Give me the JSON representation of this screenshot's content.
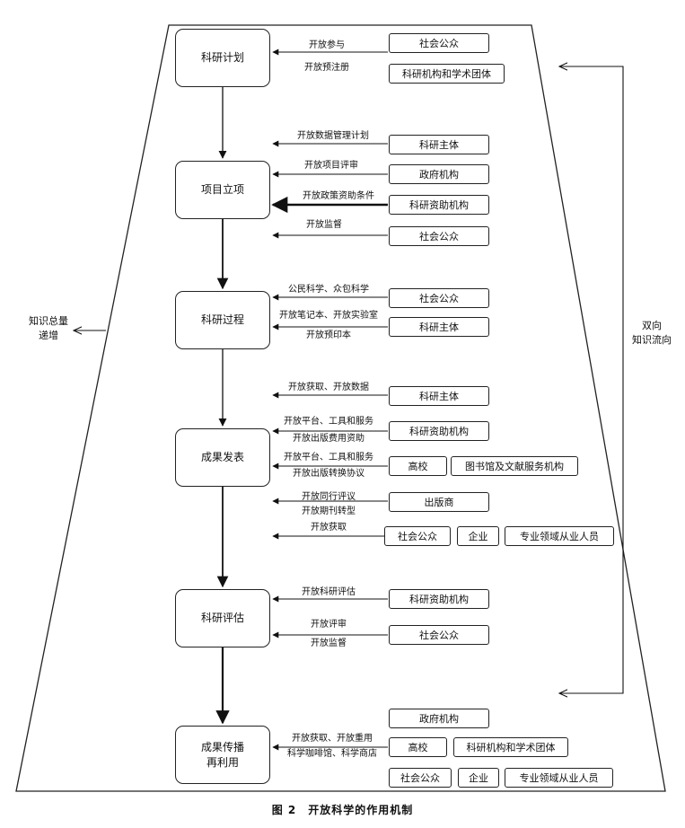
{
  "caption": "图 2　开放科学的作用机制",
  "stages": [
    {
      "id": "plan",
      "lines": [
        "科研计划"
      ]
    },
    {
      "id": "setup",
      "lines": [
        "项目立项"
      ]
    },
    {
      "id": "process",
      "lines": [
        "科研过程"
      ]
    },
    {
      "id": "publish",
      "lines": [
        "成果发表"
      ]
    },
    {
      "id": "evaluate",
      "lines": [
        "科研评估"
      ]
    },
    {
      "id": "reuse",
      "lines": [
        "成果传播",
        "再利用"
      ]
    }
  ],
  "entities": [
    {
      "id": "e1",
      "text": "社会公众"
    },
    {
      "id": "e2",
      "text": "科研机构和学术团体"
    },
    {
      "id": "e3",
      "text": "科研主体"
    },
    {
      "id": "e4",
      "text": "政府机构"
    },
    {
      "id": "e5",
      "text": "科研资助机构"
    },
    {
      "id": "e6",
      "text": "社会公众"
    },
    {
      "id": "e7",
      "text": "社会公众"
    },
    {
      "id": "e8",
      "text": "科研主体"
    },
    {
      "id": "e9",
      "text": "科研主体"
    },
    {
      "id": "e10",
      "text": "科研资助机构"
    },
    {
      "id": "e11",
      "text": "高校"
    },
    {
      "id": "e12",
      "text": "图书馆及文献服务机构"
    },
    {
      "id": "e13",
      "text": "出版商"
    },
    {
      "id": "e14",
      "text": "社会公众"
    },
    {
      "id": "e15",
      "text": "企业"
    },
    {
      "id": "e16",
      "text": "专业领域从业人员"
    },
    {
      "id": "e17",
      "text": "科研资助机构"
    },
    {
      "id": "e18",
      "text": "社会公众"
    },
    {
      "id": "e19",
      "text": "政府机构"
    },
    {
      "id": "e20",
      "text": "高校"
    },
    {
      "id": "e21",
      "text": "科研机构和学术团体"
    },
    {
      "id": "e22",
      "text": "社会公众"
    },
    {
      "id": "e23",
      "text": "企业"
    },
    {
      "id": "e24",
      "text": "专业领域从业人员"
    }
  ],
  "labels": [
    {
      "id": "l1",
      "text": "开放参与"
    },
    {
      "id": "l2",
      "text": "开放预注册"
    },
    {
      "id": "l3",
      "text": "开放数据管理计划"
    },
    {
      "id": "l4",
      "text": "开放项目评审"
    },
    {
      "id": "l5",
      "text": "开放政策资助条件"
    },
    {
      "id": "l6",
      "text": "开放监督"
    },
    {
      "id": "l7",
      "text": "公民科学、众包科学"
    },
    {
      "id": "l8",
      "text": "开放笔记本、开放实验室"
    },
    {
      "id": "l9",
      "text": "开放预印本"
    },
    {
      "id": "l10",
      "text": "开放获取、开放数据"
    },
    {
      "id": "l11",
      "text": "开放平台、工具和服务"
    },
    {
      "id": "l12",
      "text": "开放出版费用资助"
    },
    {
      "id": "l13",
      "text": "开放平台、工具和服务"
    },
    {
      "id": "l14",
      "text": "开放出版转换协议"
    },
    {
      "id": "l15",
      "text": "开放同行评议"
    },
    {
      "id": "l16",
      "text": "开放期刊转型"
    },
    {
      "id": "l17",
      "text": "开放获取"
    },
    {
      "id": "l18",
      "text": "开放科研评估"
    },
    {
      "id": "l19",
      "text": "开放评审"
    },
    {
      "id": "l20",
      "text": "开放监督"
    },
    {
      "id": "l21",
      "text": "开放获取、开放重用"
    },
    {
      "id": "l22",
      "text": "科学咖啡馆、科学商店"
    }
  ],
  "left_note": [
    "知识总量",
    "递增"
  ],
  "right_note": [
    "双向",
    "知识流向"
  ]
}
